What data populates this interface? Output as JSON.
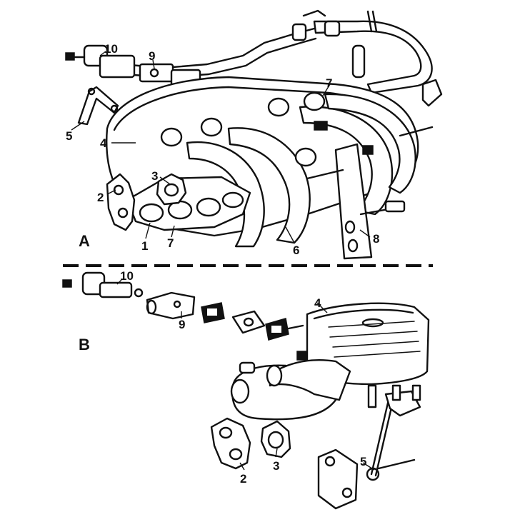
{
  "panels": {
    "a": {
      "label": "A"
    },
    "b": {
      "label": "B"
    }
  },
  "callouts_a": {
    "c1": "1",
    "c2": "2",
    "c3": "3",
    "c4": "4",
    "c5": "5",
    "c6": "6",
    "c7a": "7",
    "c7b": "7",
    "c8": "8",
    "c9": "9",
    "c10": "10"
  },
  "callouts_b": {
    "c2": "2",
    "c3": "3",
    "c4": "4",
    "c5": "5",
    "c9": "9",
    "c10": "10"
  }
}
